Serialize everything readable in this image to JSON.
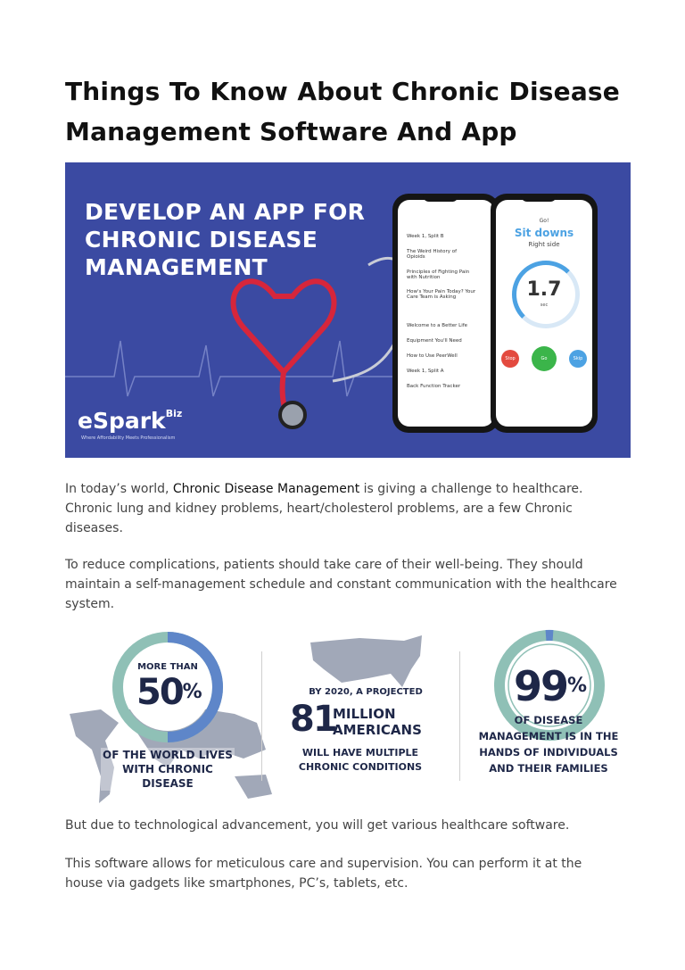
{
  "title": "Things To Know About Chronic Disease Management Software And App",
  "hero": {
    "headline": "DEVELOP AN APP FOR CHRONIC DISEASE MANAGEMENT",
    "brand": "eSpark",
    "brand_sub": "Biz",
    "brand_tagline": "Where Affordability Meets Professionalism",
    "phone1_items": [
      "Week 1, Split B",
      "The Weird History of Opioids",
      "Principles of Fighting Pain with Nutrition",
      "How's Your Pain Today? Your Care Team is Asking",
      "Welcome to a Better Life",
      "Equipment You'll Need",
      "How to Use PeerWell",
      "Week 1, Split A",
      "Back Function Tracker"
    ],
    "phone2": {
      "go": "Go!",
      "instruction": "Sit downs",
      "side": "Right side",
      "timer": "1.7",
      "unit": "sec",
      "stop": "Stop",
      "go_btn": "Go",
      "skip": "Skip"
    }
  },
  "para1": {
    "before": "In today’s world, ",
    "link": "Chronic Disease Management",
    "after": " is giving a challenge to healthcare. Chronic lung and kidney problems, heart/cholesterol problems, are a few Chronic diseases."
  },
  "para2": "To reduce complications, patients should take care of their well-being. They should maintain a self-management schedule and constant communication with the healthcare system.",
  "infographic": {
    "stat1": {
      "pre": "MORE THAN",
      "value": "50",
      "unit": "%",
      "caption": "OF THE WORLD LIVES WITH CHRONIC DISEASE"
    },
    "stat2": {
      "pre": "BY 2020, A PROJECTED",
      "value": "81",
      "unit": "MILLION AMERICANS",
      "caption": "WILL HAVE MULTIPLE CHRONIC CONDITIONS"
    },
    "stat3": {
      "value": "99",
      "unit": "%",
      "caption": "OF DISEASE MANAGEMENT IS IN THE HANDS OF INDIVIDUALS AND THEIR FAMILIES"
    }
  },
  "para3": "But due to technological advancement, you will get various healthcare software.",
  "para4": "This software allows for meticulous care and supervision. You can perform it at the house via gadgets like smartphones, PC’s, tablets, etc.",
  "colors": {
    "hero_bg": "#3b4aa2",
    "ring_blue": "#5e86c9",
    "ring_teal": "#8fc0b6",
    "stat_navy": "#1e2748",
    "map_gray": "#a1a8b8"
  }
}
